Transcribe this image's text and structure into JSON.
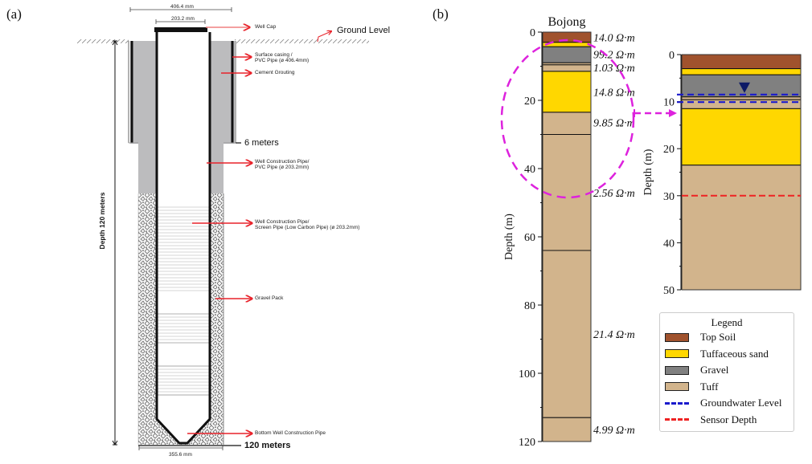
{
  "panels": {
    "a": {
      "label": "(a)",
      "dimensions": {
        "top_outer": "406.4 mm",
        "top_inner": "203.2 mm",
        "bottom": "355.6 mm"
      },
      "annotations": {
        "well_cap": "Well Cap",
        "ground_level": "Ground Level",
        "surface_casing_1": "Surface casing /",
        "surface_casing_2": "PVC Pipe (ø 406.4mm)",
        "cement_grouting": "Cement Grouting",
        "six_meters": "6 meters",
        "construction_pvc_1": "Well Construction Pipe/",
        "construction_pvc_2": "PVC Pipe (ø 203.2mm)",
        "construction_screen_1": "Well Construction Pipe/",
        "construction_screen_2": "Screen Pipe (Low Carbon Pipe) (ø 203.2mm)",
        "gravel_pack": "Gravel Pack",
        "bottom_pipe": "Bottom Well Construction Pipe",
        "depth_120": "120 meters",
        "depth_label": "Depth 120 meters"
      }
    },
    "b": {
      "label": "(b)"
    }
  },
  "colors": {
    "top_soil": "#A0522D",
    "tuffaceous_sand": "#FFD700",
    "gravel": "#808080",
    "tuff": "#D2B48C",
    "groundwater": "#1a1acc",
    "sensor": "#ee2222",
    "highlight": "#dd22dd",
    "grout": "#bcbcbe",
    "arrow": "#e8222a"
  },
  "chart_data": [
    {
      "type": "stratigraphic-column",
      "title": "Bojong",
      "ylabel": "Depth (m)",
      "ylim": [
        0,
        120
      ],
      "yticks": [
        0,
        20,
        40,
        60,
        80,
        100,
        120
      ],
      "layers": [
        {
          "top": 0,
          "bottom": 3,
          "material": "top_soil"
        },
        {
          "top": 3,
          "bottom": 4.3,
          "material": "tuffaceous_sand"
        },
        {
          "top": 4.3,
          "bottom": 9,
          "material": "gravel"
        },
        {
          "top": 9,
          "bottom": 9.6,
          "material": "tuff"
        },
        {
          "top": 9.6,
          "bottom": 11.5,
          "material": "tuff"
        },
        {
          "top": 11.5,
          "bottom": 23.5,
          "material": "tuffaceous_sand"
        },
        {
          "top": 23.5,
          "bottom": 30,
          "material": "tuff"
        },
        {
          "top": 30,
          "bottom": 64,
          "material": "tuff"
        },
        {
          "top": 64,
          "bottom": 113,
          "material": "tuff"
        },
        {
          "top": 113,
          "bottom": 120,
          "material": "tuff"
        }
      ],
      "resistivity_labels": [
        {
          "depth": 1.5,
          "text": "14.0 Ω·m"
        },
        {
          "depth": 6.5,
          "text": "99.2 Ω·m"
        },
        {
          "depth": 10.3,
          "text": "1.03 Ω·m"
        },
        {
          "depth": 17.5,
          "text": "14.8 Ω·m"
        },
        {
          "depth": 26.5,
          "text": "9.85 Ω·m"
        },
        {
          "depth": 47,
          "text": "2.56 Ω·m"
        },
        {
          "depth": 88.5,
          "text": "21.4 Ω·m"
        },
        {
          "depth": 116.5,
          "text": "4.99 Ω·m"
        }
      ]
    },
    {
      "type": "stratigraphic-column",
      "title": "",
      "ylabel": "Depth (m)",
      "ylim": [
        0,
        50
      ],
      "yticks": [
        0,
        10,
        20,
        30,
        40,
        50
      ],
      "layers": [
        {
          "top": 0,
          "bottom": 3,
          "material": "top_soil"
        },
        {
          "top": 3,
          "bottom": 4.3,
          "material": "tuffaceous_sand"
        },
        {
          "top": 4.3,
          "bottom": 9,
          "material": "gravel"
        },
        {
          "top": 9,
          "bottom": 9.6,
          "material": "tuff"
        },
        {
          "top": 9.6,
          "bottom": 11.5,
          "material": "tuff"
        },
        {
          "top": 11.5,
          "bottom": 23.5,
          "material": "tuffaceous_sand"
        },
        {
          "top": 23.5,
          "bottom": 50,
          "material": "tuff"
        }
      ],
      "groundwater_levels": [
        8.5,
        10.1
      ],
      "sensor_depth": 30
    }
  ],
  "legend": {
    "title": "Legend",
    "items": [
      {
        "label": "Top Soil",
        "kind": "swatch",
        "key": "top_soil"
      },
      {
        "label": "Tuffaceous sand",
        "kind": "swatch",
        "key": "tuffaceous_sand"
      },
      {
        "label": "Gravel",
        "kind": "swatch",
        "key": "gravel"
      },
      {
        "label": "Tuff",
        "kind": "swatch",
        "key": "tuff"
      },
      {
        "label": "Groundwater Level",
        "kind": "dash",
        "key": "groundwater"
      },
      {
        "label": "Sensor Depth",
        "kind": "dash",
        "key": "sensor"
      }
    ]
  }
}
